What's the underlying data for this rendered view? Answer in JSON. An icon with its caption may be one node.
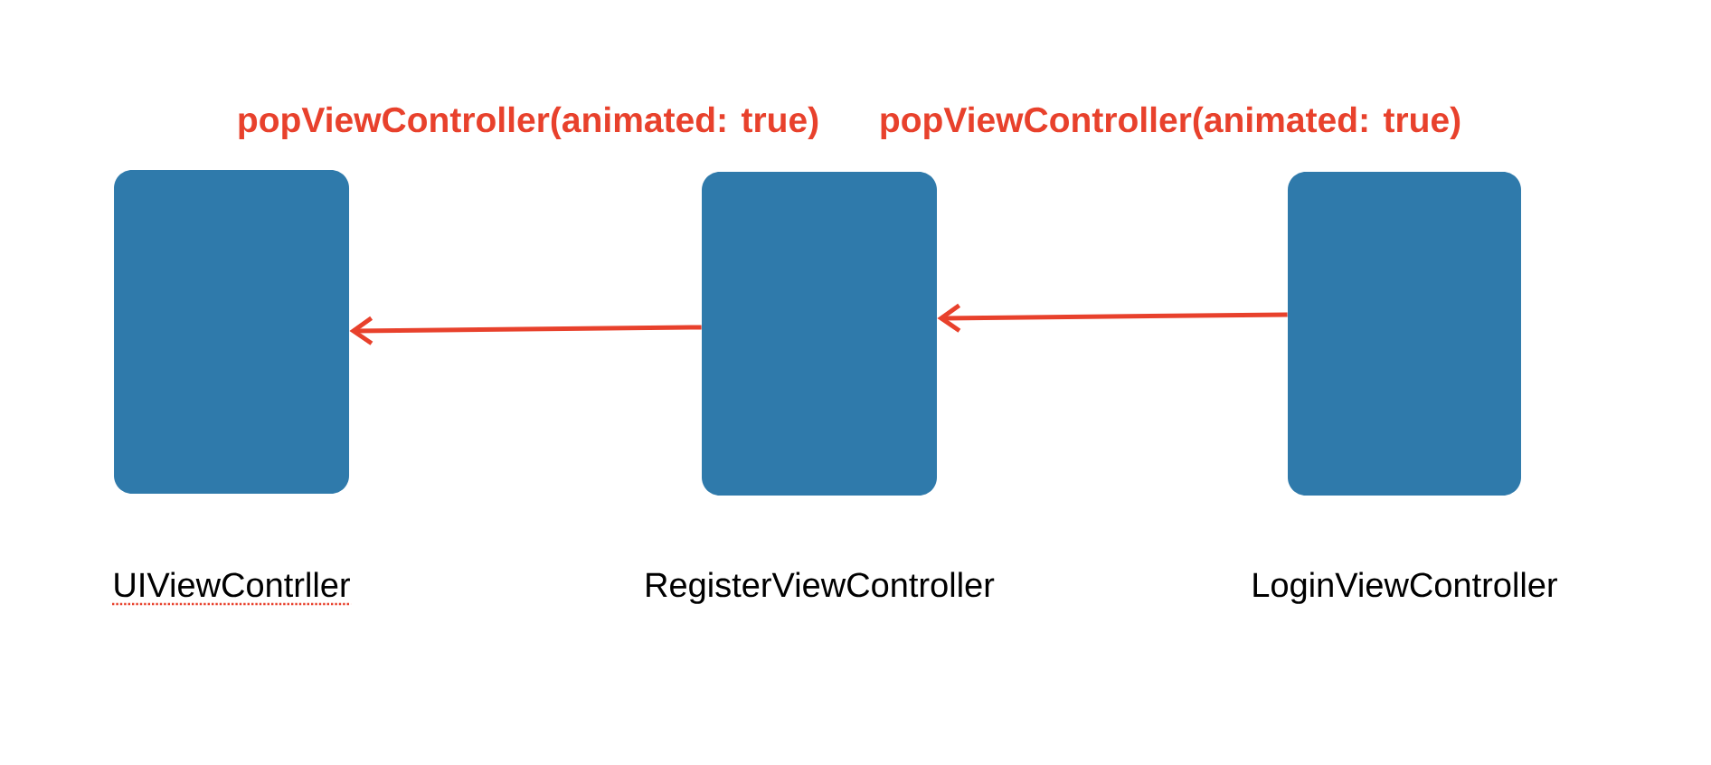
{
  "diagram": {
    "nodes": [
      {
        "text": [],
        "shape": "box",
        "beside": [
          "UIViewContrller"
        ]
      },
      {
        "text": [],
        "shape": "box",
        "beside": [
          "RegisterViewController"
        ]
      },
      {
        "text": [],
        "shape": "box",
        "beside": [
          "LoginViewController"
        ]
      }
    ],
    "edges": [
      {
        "from": 1,
        "to": 0,
        "arrow": "to"
      },
      {
        "from": 2,
        "to": 1,
        "arrow": "to"
      }
    ],
    "labels": [
      "popViewController(animated: true)",
      "popViewController(animated: true)"
    ]
  }
}
